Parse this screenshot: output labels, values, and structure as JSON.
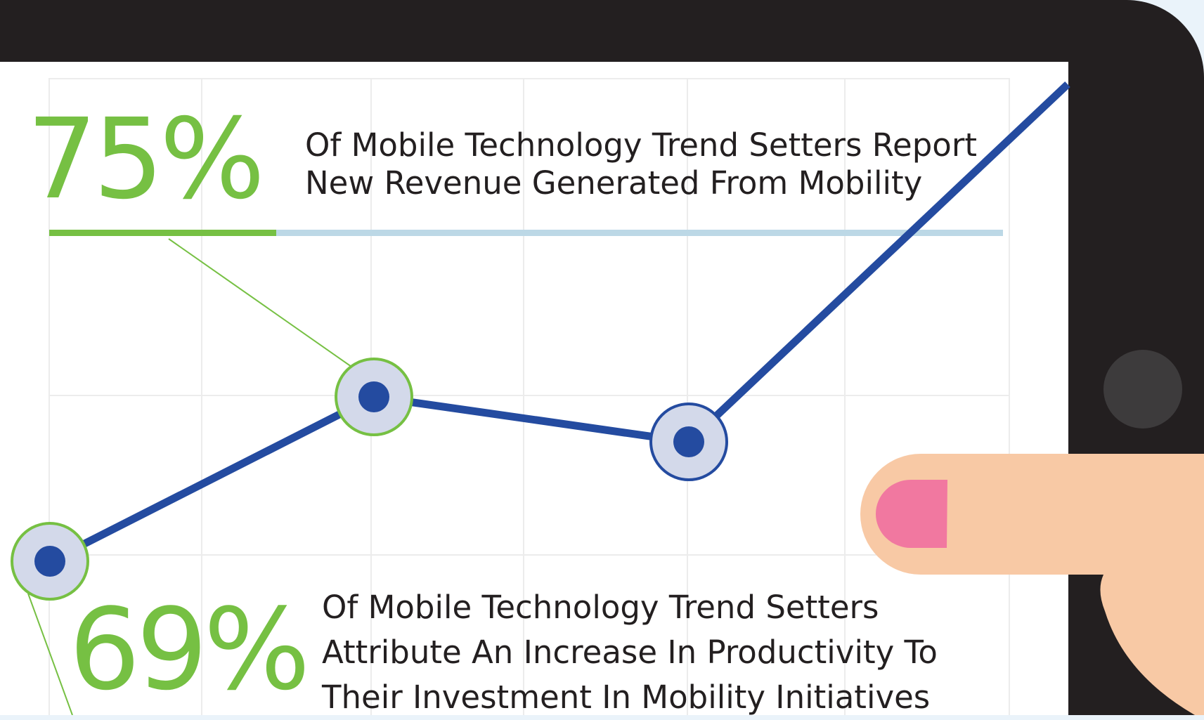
{
  "stats": [
    {
      "value": "75%",
      "lines": [
        "Of Mobile Technology Trend Setters Report",
        "New Revenue Generated From Mobility"
      ]
    },
    {
      "value": "69%",
      "lines": [
        "Of Mobile Technology Trend Setters",
        "Attribute An Increase In Productivity To",
        "Their Investment In Mobility Initiatives"
      ]
    }
  ],
  "colors": {
    "accent_green": "#76c043",
    "line_blue": "#244ba0",
    "marker_fill": "#d3d9ea",
    "frame": "#231f20",
    "finger": "#f8c9a5",
    "nail": "#f178a0",
    "underline_track": "#bcd8e6"
  },
  "icons": [
    "tablet-home-button-icon",
    "pointing-finger-icon"
  ]
}
